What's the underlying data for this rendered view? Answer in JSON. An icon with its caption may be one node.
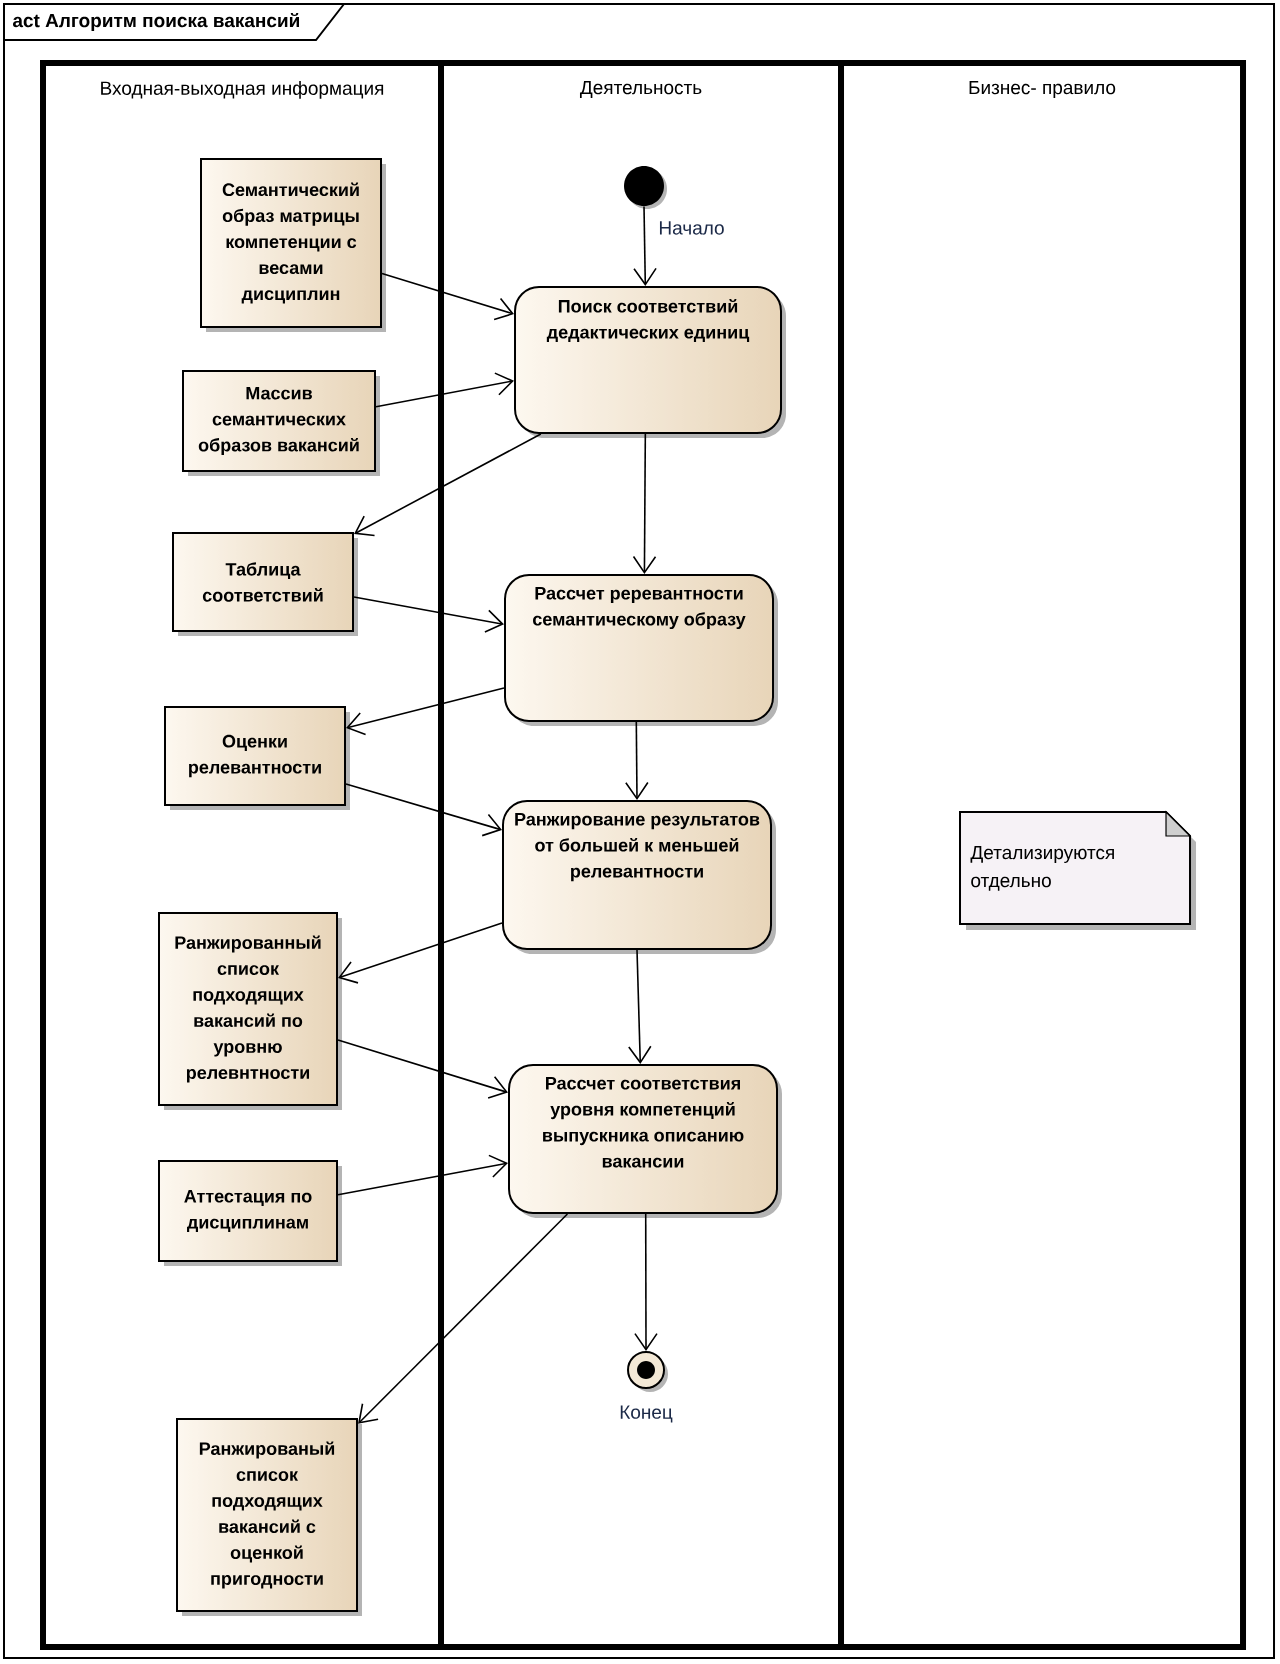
{
  "diagram": {
    "title": "act Алгоритм поиска вакансий",
    "nodes": [
      {
        "text": [
          "Входная-выходная информация"
        ]
      },
      {
        "text": [
          "Деятельность"
        ]
      },
      {
        "text": [
          "Бизнес- правило"
        ]
      },
      {
        "text": [
          "Семантический образ матрицы компетенции с весами дисциплин"
        ],
        "in": 0
      },
      {
        "text": [
          "Массив семантических образов вакансий"
        ],
        "in": 0
      },
      {
        "text": [
          "Таблица соответствий"
        ],
        "in": 0
      },
      {
        "text": [
          "Оценки релевантности"
        ],
        "in": 0
      },
      {
        "text": [
          "Ранжированный список подходящих вакансий по уровню релевнтности"
        ],
        "in": 0
      },
      {
        "text": [
          "Аттестация по дисциплинам"
        ],
        "in": 0
      },
      {
        "text": [
          "Ранжированый список подходящих вакансий с оценкой пригодности"
        ],
        "in": 0
      },
      {
        "text": [],
        "shape": "circle",
        "beside": [
          "Начало"
        ],
        "in": 1
      },
      {
        "text": [
          "Поиск соответствий дедактических единиц"
        ],
        "in": 1
      },
      {
        "text": [
          "Рассчет реревантности семантическому образу"
        ],
        "in": 1
      },
      {
        "text": [
          "Ранжирование результатов от большей к меньшей релевантности"
        ],
        "in": 1
      },
      {
        "text": [
          "Рассчет соответствия уровня компетенций выпускника описанию вакансии"
        ],
        "in": 1
      },
      {
        "text": [],
        "shape": "circle",
        "beside": [
          "Конец"
        ],
        "in": 1
      },
      {
        "text": [
          "Детализируются отдельно"
        ],
        "in": 2
      }
    ],
    "edges": [
      {
        "from": 10,
        "to": 11,
        "arrow": "to"
      },
      {
        "from": 3,
        "to": 11,
        "arrow": "to"
      },
      {
        "from": 4,
        "to": 11,
        "arrow": "to"
      },
      {
        "from": 11,
        "to": 5,
        "arrow": "to"
      },
      {
        "from": 5,
        "to": 12,
        "arrow": "to"
      },
      {
        "from": 11,
        "to": 12,
        "arrow": "to"
      },
      {
        "from": 12,
        "to": 6,
        "arrow": "to"
      },
      {
        "from": 6,
        "to": 13,
        "arrow": "to"
      },
      {
        "from": 12,
        "to": 13,
        "arrow": "to"
      },
      {
        "from": 13,
        "to": 7,
        "arrow": "to"
      },
      {
        "from": 7,
        "to": 14,
        "arrow": "to"
      },
      {
        "from": 13,
        "to": 14,
        "arrow": "to"
      },
      {
        "from": 8,
        "to": 14,
        "arrow": "to"
      },
      {
        "from": 14,
        "to": 9,
        "arrow": "to"
      },
      {
        "from": 14,
        "to": 15,
        "arrow": "to"
      }
    ]
  }
}
